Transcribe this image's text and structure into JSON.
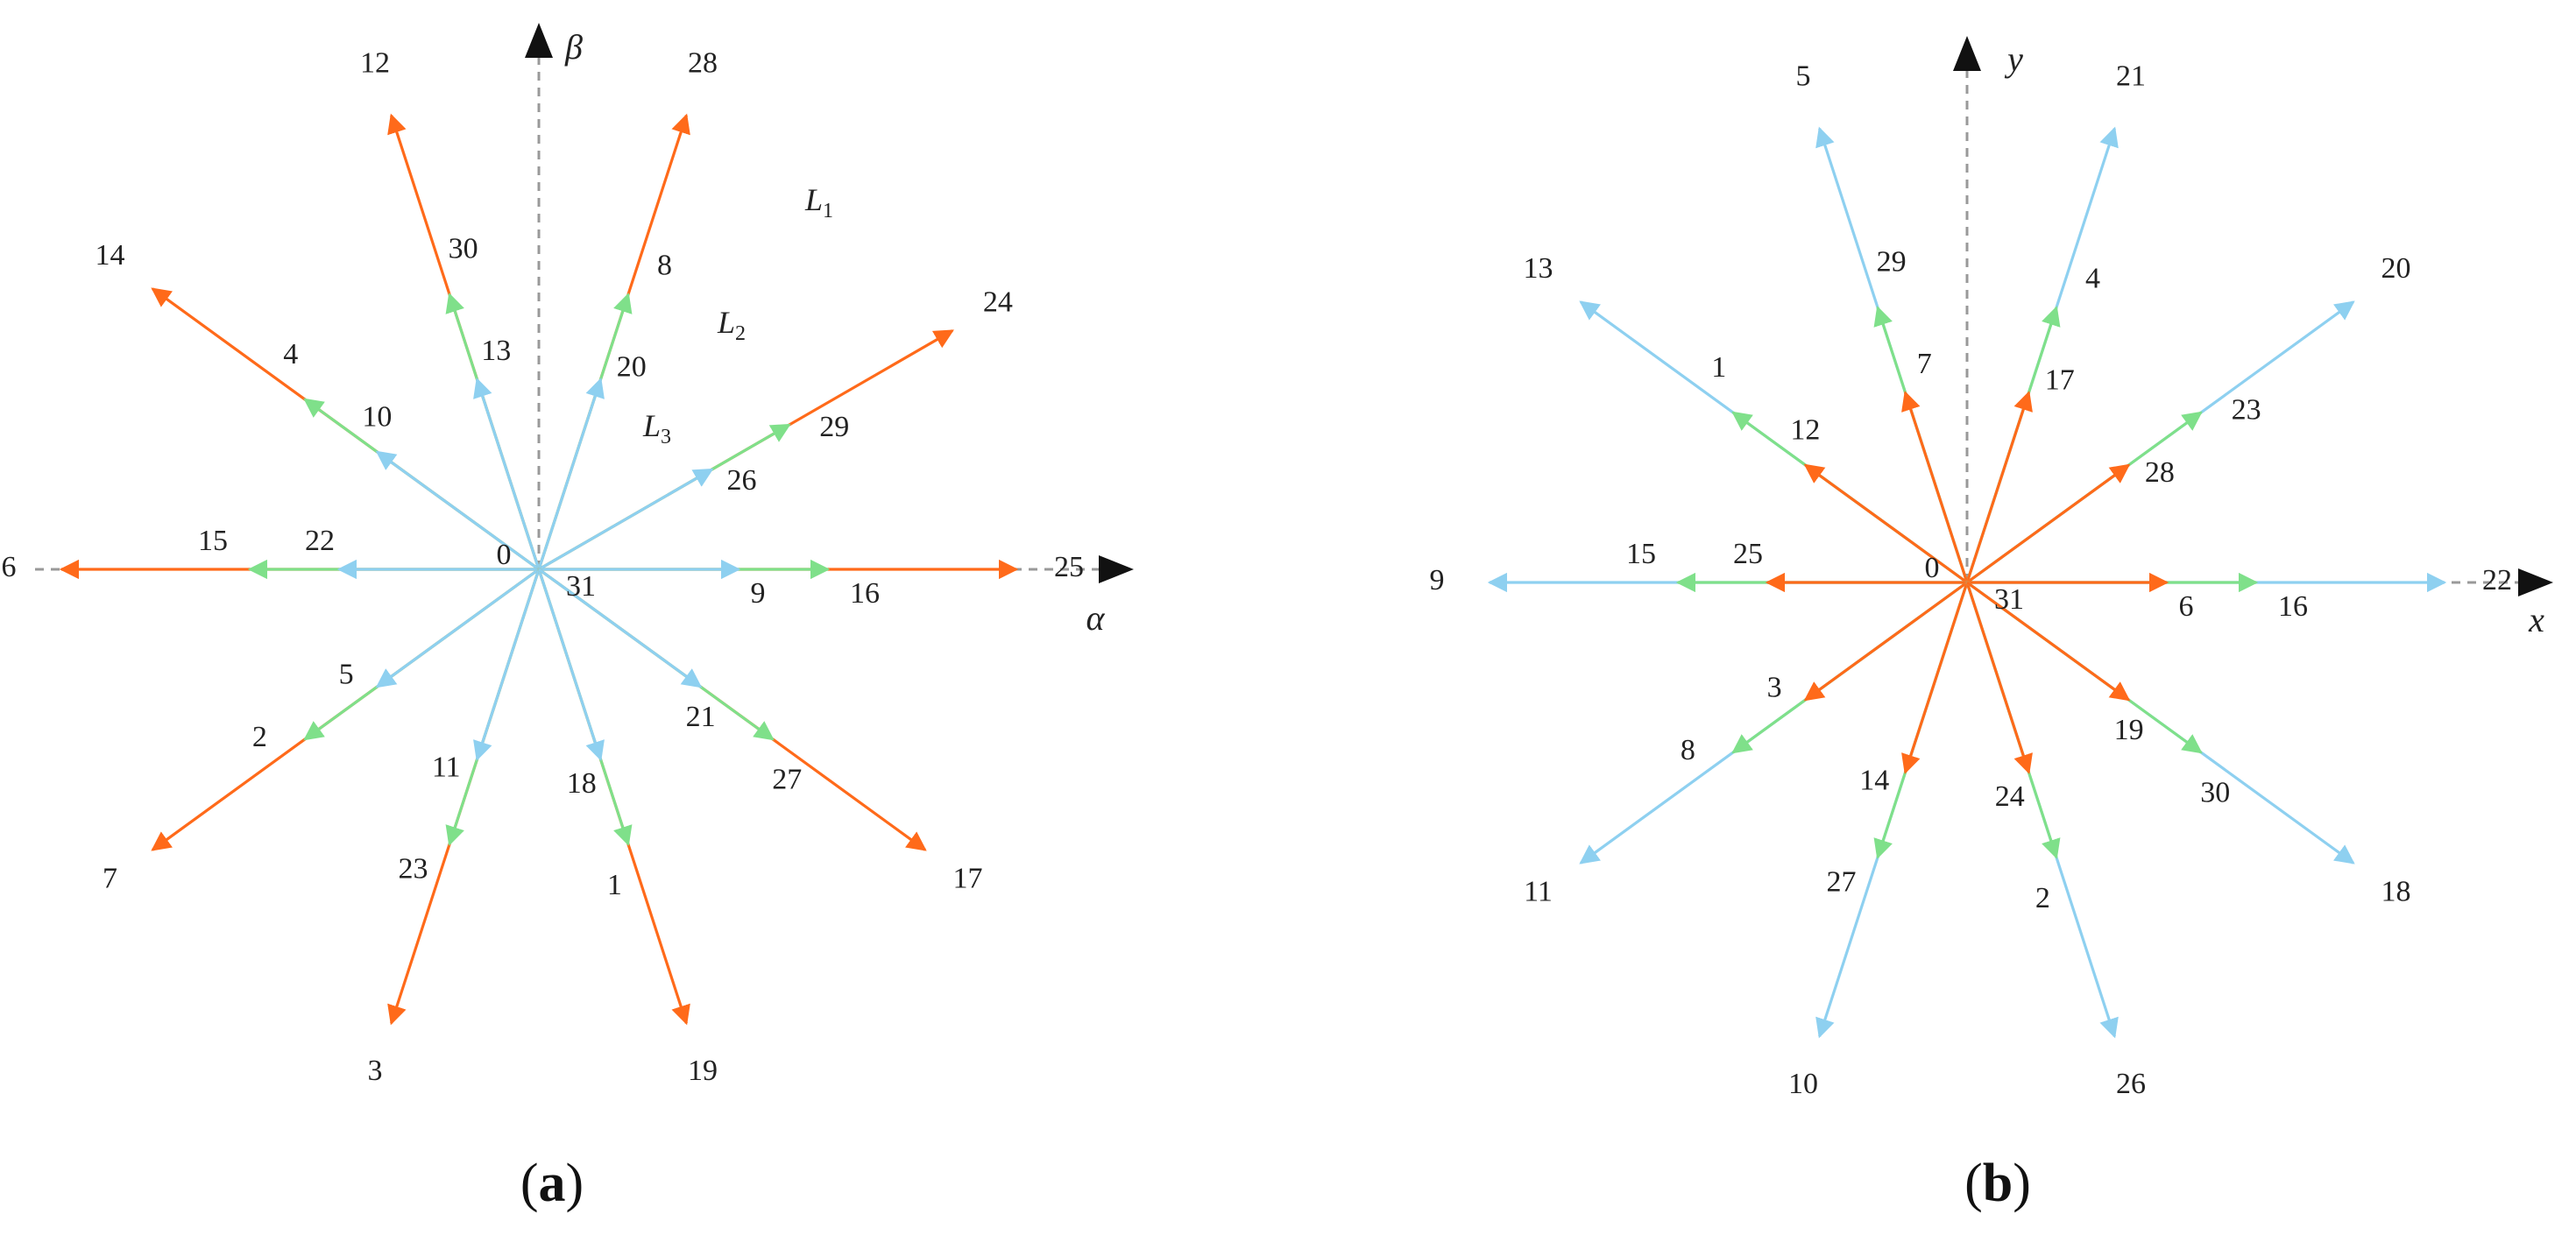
{
  "colors": {
    "outer": "#ff6a1a",
    "middle": "#7fe08a",
    "inner": "#8ed0f0",
    "axis": "#999999",
    "text": "#222222"
  },
  "panels": [
    {
      "id": "a",
      "caption": {
        "open": "(",
        "letter": "a",
        "close": ")"
      },
      "axis_x": "α",
      "axis_y": "β",
      "center_labels": {
        "origin_left": "0",
        "origin_right": "31"
      },
      "layer_labels": [
        {
          "letter": "L",
          "sub": "1"
        },
        {
          "letter": "L",
          "sub": "2"
        },
        {
          "letter": "L",
          "sub": "3"
        }
      ],
      "layers_outer_color": "outer",
      "layers_middle_color": "middle",
      "layers_inner_color": "inner",
      "directions": [
        {
          "angle_deg": 0,
          "inner": "9",
          "middle": "16",
          "outer": "25"
        },
        {
          "angle_deg": 30,
          "inner": "26",
          "middle": "29",
          "outer": "24"
        },
        {
          "angle_deg": 72,
          "inner": "20",
          "middle": "8",
          "outer": "28"
        },
        {
          "angle_deg": 108,
          "inner": "13",
          "middle": "30",
          "outer": "12"
        },
        {
          "angle_deg": 144,
          "inner": "10",
          "middle": "4",
          "outer": "14"
        },
        {
          "angle_deg": 180,
          "inner": "22",
          "middle": "15",
          "outer": "6"
        },
        {
          "angle_deg": 216,
          "inner": "5",
          "middle": "2",
          "outer": "7"
        },
        {
          "angle_deg": 252,
          "inner": "11",
          "middle": "23",
          "outer": "3"
        },
        {
          "angle_deg": 288,
          "inner": "18",
          "middle": "1",
          "outer": "19"
        },
        {
          "angle_deg": 324,
          "inner": "21",
          "middle": "27",
          "outer": "17"
        }
      ]
    },
    {
      "id": "b",
      "caption": {
        "open": "(",
        "letter": "b",
        "close": ")"
      },
      "axis_x": "x",
      "axis_y": "y",
      "center_labels": {
        "origin_left": "0",
        "origin_right": "31"
      },
      "layer_labels": [],
      "layers_outer_color": "inner",
      "layers_middle_color": "middle",
      "layers_inner_color": "outer",
      "directions": [
        {
          "angle_deg": 0,
          "inner": "6",
          "middle": "16",
          "outer": "22"
        },
        {
          "angle_deg": 36,
          "inner": "28",
          "middle": "23",
          "outer": "20"
        },
        {
          "angle_deg": 72,
          "inner": "17",
          "middle": "4",
          "outer": "21"
        },
        {
          "angle_deg": 108,
          "inner": "7",
          "middle": "29",
          "outer": "5"
        },
        {
          "angle_deg": 144,
          "inner": "12",
          "middle": "1",
          "outer": "13"
        },
        {
          "angle_deg": 180,
          "inner": "25",
          "middle": "15",
          "outer": "9"
        },
        {
          "angle_deg": 216,
          "inner": "3",
          "middle": "8",
          "outer": "11"
        },
        {
          "angle_deg": 252,
          "inner": "14",
          "middle": "27",
          "outer": "10"
        },
        {
          "angle_deg": 288,
          "inner": "24",
          "middle": "2",
          "outer": "26"
        },
        {
          "angle_deg": 324,
          "inner": "19",
          "middle": "30",
          "outer": "18"
        }
      ]
    }
  ]
}
